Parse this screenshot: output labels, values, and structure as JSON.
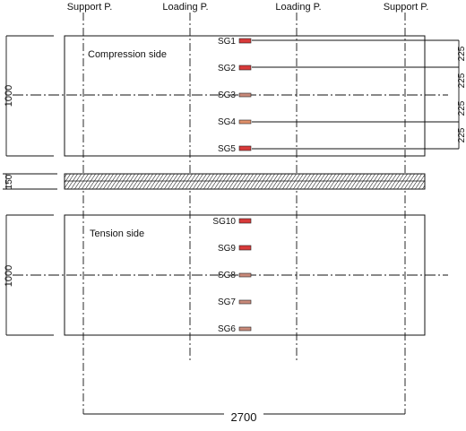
{
  "lines": {
    "top": [
      "Support P.",
      "Loading P.",
      "Loading P.",
      "Support P."
    ]
  },
  "compression": {
    "title": "Compression side",
    "height": "1000",
    "gauges": [
      "SG1",
      "SG2",
      "SG3",
      "SG4",
      "SG5"
    ],
    "spacing": [
      "225",
      "225",
      "225",
      "225"
    ]
  },
  "section": {
    "thickness": "150"
  },
  "tension": {
    "title": "Tension side",
    "height": "1000",
    "gauges": [
      "SG10",
      "SG9",
      "SG8",
      "SG7",
      "SG6"
    ]
  },
  "span": {
    "length": "2700"
  },
  "colors": {
    "gauge_fill": "#d83a3a",
    "gauge_light": "#e08a6a",
    "line": "#111111"
  }
}
